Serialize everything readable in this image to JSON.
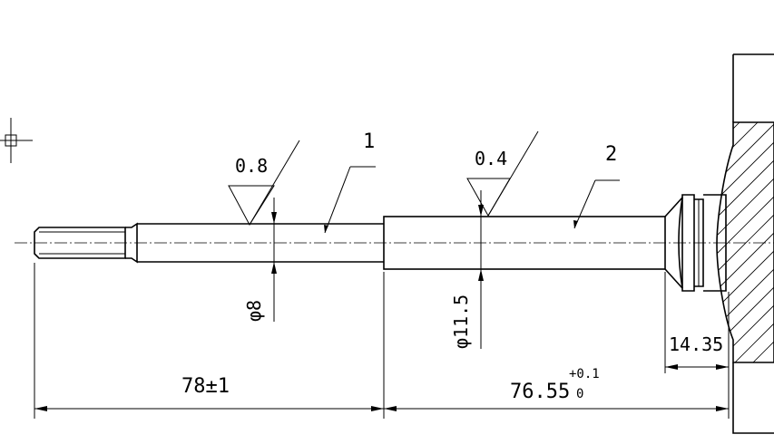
{
  "labels": {
    "part_1": "1",
    "part_2": "2",
    "roughness_1": "0.8",
    "roughness_2": "0.4",
    "dia_small": "φ8",
    "dia_large": "φ11.5",
    "len_1": "78±1",
    "len_2_base": "76.55",
    "len_2_tol_upper": "+0.1",
    "len_2_tol_lower": "0",
    "len_3": "14.35"
  }
}
